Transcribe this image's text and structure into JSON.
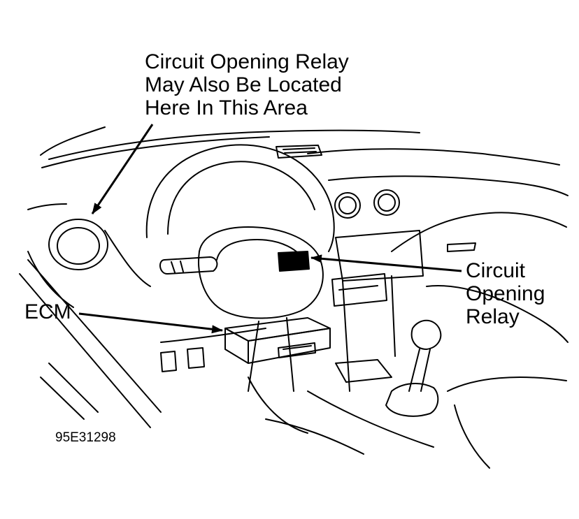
{
  "callouts": {
    "alt_location": {
      "line1": "Circuit Opening Relay",
      "line2": "May Also Be Located",
      "line3": "Here In This Area"
    },
    "relay": {
      "line1": "Circuit",
      "line2": "Opening",
      "line3": "Relay"
    },
    "ecm": {
      "label": "ECM"
    }
  },
  "figure_id": "95E31298",
  "colors": {
    "ink": "#000000",
    "paper": "#ffffff"
  }
}
